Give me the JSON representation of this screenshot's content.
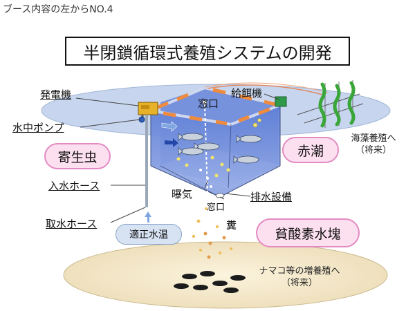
{
  "page_caption": "ブース内容の左からNO.4",
  "title": "半閉鎖循環式養殖システムの開発",
  "labels": {
    "generator": "発電機",
    "pump": "水中ポンプ",
    "inlet_hose": "入水ホース",
    "intake_hose": "取水ホース",
    "feeder": "給餌機",
    "top_window": "窓口",
    "aeration": "曝気",
    "bottom_window": "窓口",
    "drain": "排水設備",
    "feces": "糞",
    "seaweed_line1": "海藻養殖へ",
    "seaweed_line2": "（将来）",
    "seacucumber_line1": "ナマコ等の増養殖へ",
    "seacucumber_line2": "（将来）"
  },
  "pills": {
    "parasite": "寄生虫",
    "red_tide": "赤潮",
    "hypoxia": "貧酸素水塊",
    "temperature": "適正水温"
  },
  "colors": {
    "tank_fill": "#7f99dd",
    "sea_surface": "#c7d6ee",
    "seabed": "#f6ecd2",
    "pill_pink": "#fde0f0",
    "pill_blue": "#d7e3f3",
    "float_orange": "#f08a3c",
    "seaweed_green": "#3aa63a"
  }
}
